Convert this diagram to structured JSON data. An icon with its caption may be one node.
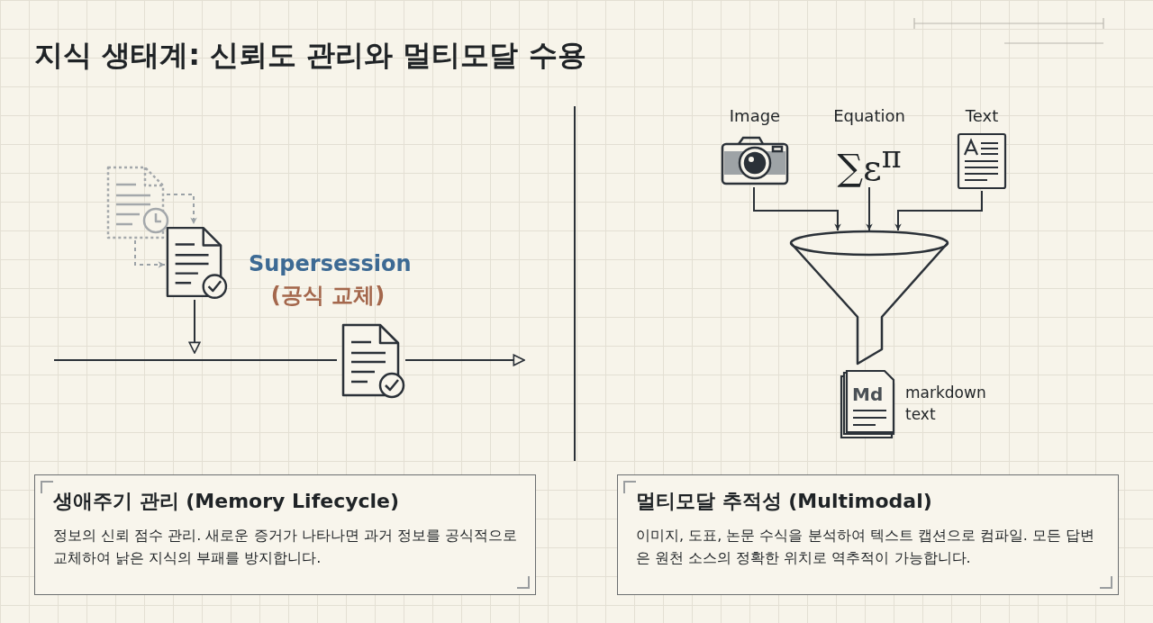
{
  "diagram": {
    "title": "지식 생태계: 신뢰도 관리와 멀티모달 수용",
    "nodes": [
      {
        "text": [],
        "shape": "document"
      },
      {
        "text": [],
        "shape": "document"
      },
      {
        "text": [],
        "shape": "document"
      },
      {
        "text": [
          "Image"
        ]
      },
      {
        "text": [
          "Equation",
          "∑ε$^{π}$"
        ]
      },
      {
        "text": [
          "Text"
        ]
      },
      {
        "text": [],
        "shape": "funnel"
      },
      {
        "text": [
          "Md"
        ],
        "beside": [
          "markdown text"
        ]
      },
      {
        "text": [
          "생애주기 관리 (Memory Lifecycle)",
          "정보의 신뢰 점수 관리. 새로운 증거가 나타나면 과거 정보를 공식적으로 교체하여 낡은 지식의 부패를 방지합니다."
        ]
      },
      {
        "text": [
          "멀티모달 추적성 (Multimodal)",
          "이미지, 도표, 논문 수식을 분석하여 텍스트 캡션으로 컴파일. 모든 답변은 원천 소스의 정확한 위치로 역추적이 가능합니다."
        ]
      }
    ],
    "edges": [
      {
        "from": 0,
        "to": 1,
        "arrow": "to",
        "style": "dashed",
        "color": "#9aa1a6"
      },
      {
        "from": 0,
        "to": 1,
        "arrow": "to",
        "style": "dashed",
        "color": "#9aa1a6"
      },
      {
        "from": 1,
        "to": null,
        "arrow": "to"
      },
      {
        "from": null,
        "to": 2,
        "arrow": "none"
      },
      {
        "from": 2,
        "to": null,
        "arrow": "to"
      },
      {
        "from": 3,
        "to": 6,
        "arrow": "to"
      },
      {
        "from": 4,
        "to": 6,
        "arrow": "to"
      },
      {
        "from": 5,
        "to": 6,
        "arrow": "to"
      }
    ],
    "labels": [
      "Supersession",
      "(공식 교체)"
    ]
  }
}
